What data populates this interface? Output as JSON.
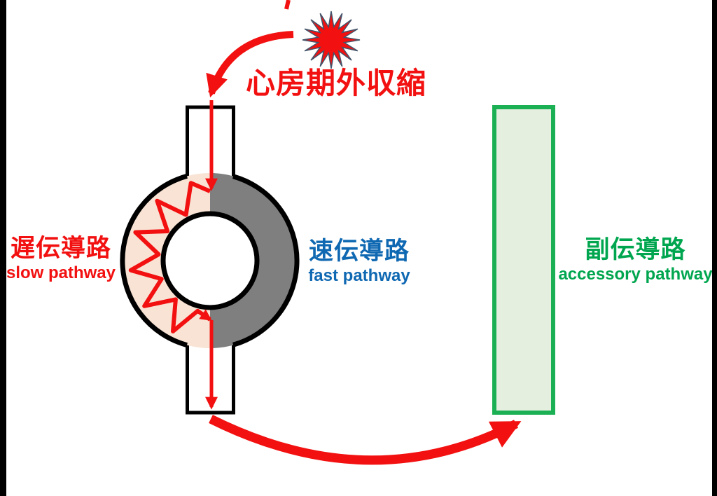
{
  "diagram": {
    "apc_label": "心房期外収縮",
    "slow": {
      "jp": "遅伝導路",
      "en": "slow pathway"
    },
    "fast": {
      "jp": "速伝導路",
      "en": "fast pathway"
    },
    "accessory": {
      "jp": "副伝導路",
      "en": "accessory pathway"
    }
  },
  "icons": {
    "starburst": "premature-atrial-beat-starburst",
    "wavy_arrow": "slow-conduction-zigzag-arrow"
  },
  "colors": {
    "red": "#F21010",
    "slow-fill": "#F8E3D4",
    "fast-fill": "#7F7F7F",
    "blue": "#0F68B2",
    "green": "#00A64F",
    "accessory-fill": "#E5EFDF",
    "accessory-border": "#1CB054",
    "star-outline": "#44546A",
    "outline": "#000000"
  }
}
